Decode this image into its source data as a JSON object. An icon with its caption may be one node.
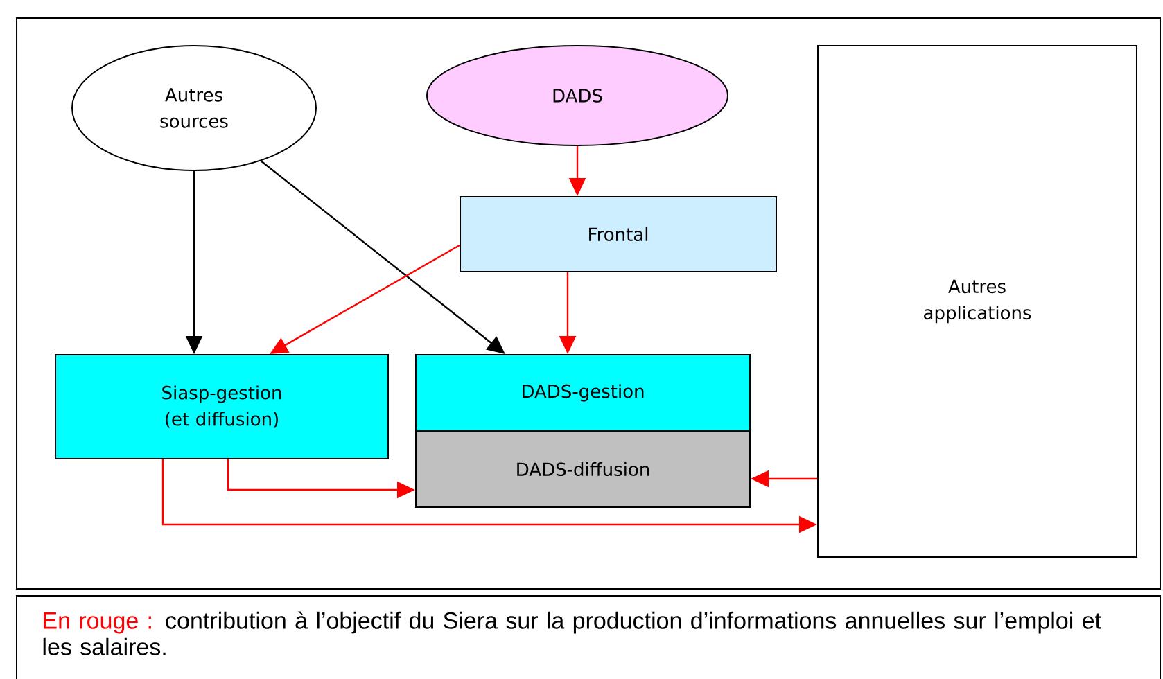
{
  "diagram": {
    "nodes": [
      {
        "text": [
          "Autres sources"
        ]
      },
      {
        "text": [
          "DADS"
        ]
      },
      {
        "text": [
          "Autres applications"
        ]
      },
      {
        "text": [
          "Frontal"
        ]
      },
      {
        "text": [
          "Siasp-gestion (et diffusion)"
        ]
      },
      {
        "text": [
          "DADS-gestion"
        ]
      },
      {
        "text": [
          "DADS-diffusion"
        ]
      }
    ],
    "edges": [
      {
        "from": 0,
        "to": 4,
        "arrow": "to",
        "color": "#000000"
      },
      {
        "from": 0,
        "to": 5,
        "arrow": "to",
        "color": "#000000"
      },
      {
        "from": 1,
        "to": 3,
        "arrow": "to"
      },
      {
        "from": 3,
        "to": 4,
        "arrow": "to"
      },
      {
        "from": 3,
        "to": 5,
        "arrow": "to"
      },
      {
        "from": 4,
        "to": 6,
        "arrow": "to"
      },
      {
        "from": 4,
        "to": 2,
        "arrow": "to"
      },
      {
        "from": 2,
        "to": 6,
        "arrow": "to"
      }
    ],
    "labels": [
      "En rouge :",
      "contribution à l’objectif du Siera sur la production d’informations annuelles sur l’emploi et les salaires."
    ]
  }
}
